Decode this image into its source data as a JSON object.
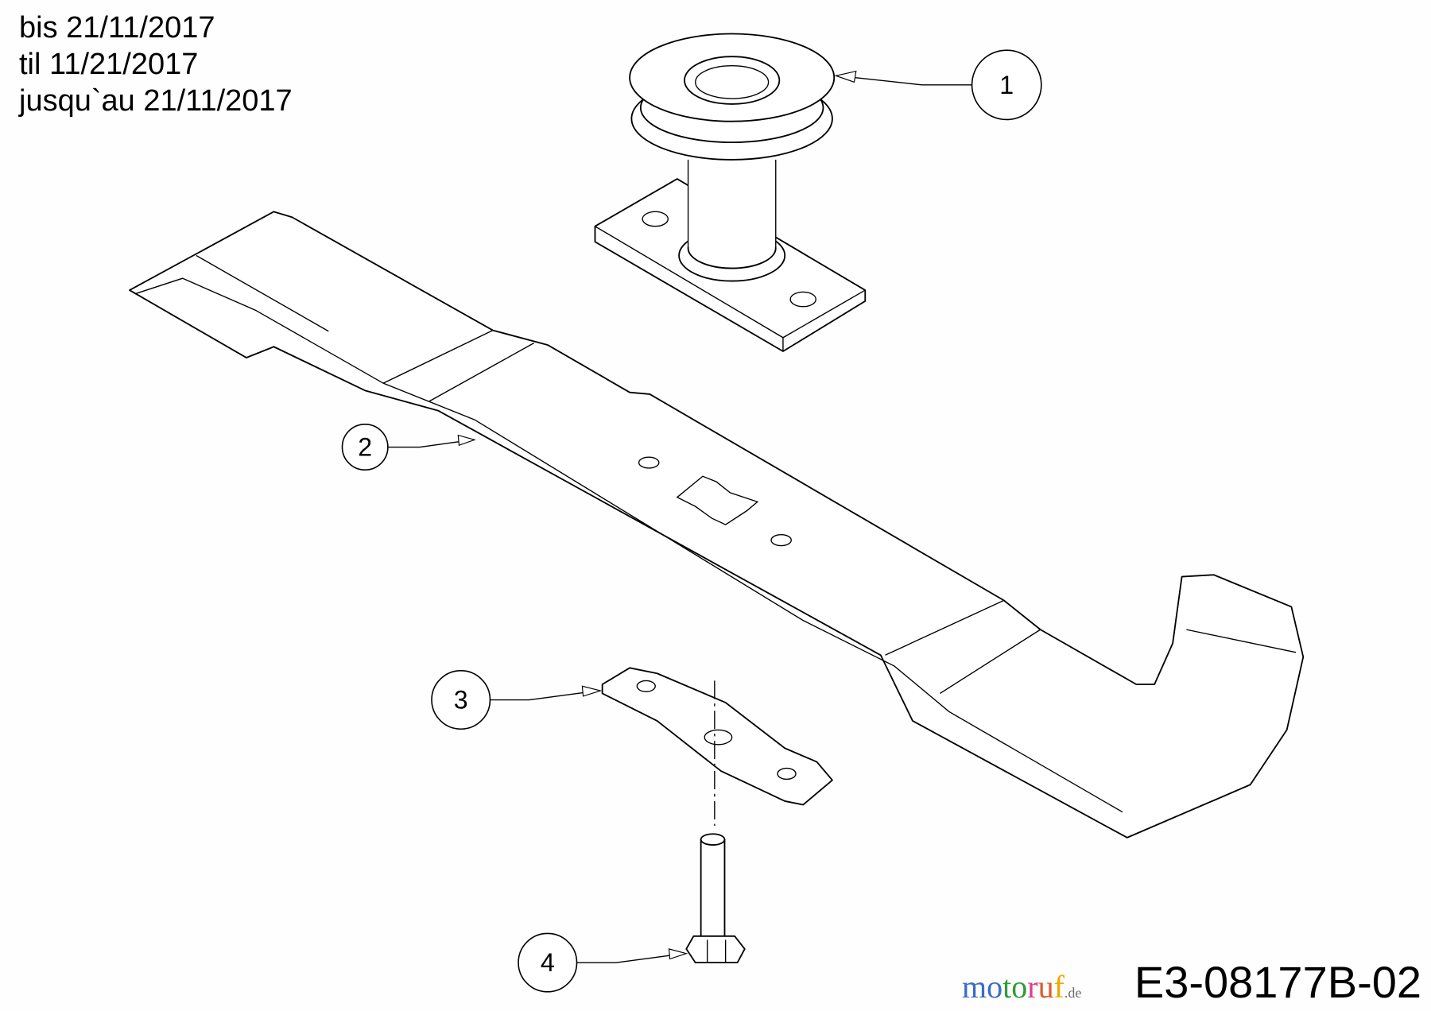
{
  "validity_notes": [
    "bis 21/11/2017",
    "til 11/21/2017",
    "jusqu`au 21/11/2017"
  ],
  "drawing_code": "E3-08177B-02",
  "watermark": {
    "text": "motoruf",
    "suffix": ".de",
    "colors": [
      "#3a6cc8",
      "#3a6cc8",
      "#2f9a3a",
      "#e03c8c",
      "#e05a2a",
      "#f2a400",
      "#6a6a6a"
    ]
  },
  "callouts": [
    {
      "number": "1",
      "part": "pulley-spindle"
    },
    {
      "number": "2",
      "part": "blade"
    },
    {
      "number": "3",
      "part": "blade-adapter"
    },
    {
      "number": "4",
      "part": "bolt"
    }
  ]
}
